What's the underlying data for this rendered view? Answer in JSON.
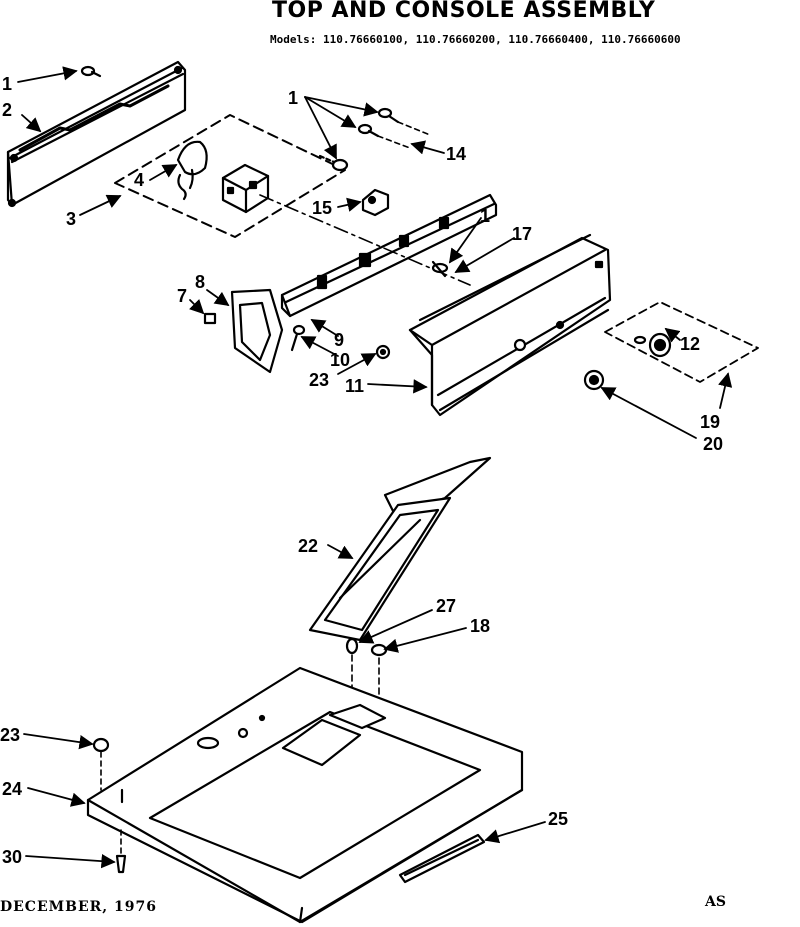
{
  "header": {
    "title": "TOP AND CONSOLE ASSEMBLY",
    "models": "Models: 110.76660100, 110.76660200, 110.76660400, 110.76660600"
  },
  "footer": {
    "date": "DECEMBER, 1976",
    "code": "AS"
  },
  "callouts": {
    "c1a": "1",
    "c2": "2",
    "c3": "3",
    "c4": "4",
    "c1b": "1",
    "c14": "14",
    "c15": "15",
    "c1c": "1",
    "c17": "17",
    "c8": "8",
    "c7": "7",
    "c9": "9",
    "c10": "10",
    "c23a": "23",
    "c11": "11",
    "c12": "12",
    "c19": "19",
    "c20": "20",
    "c22": "22",
    "c27": "27",
    "c18": "18",
    "c23b": "23",
    "c24": "24",
    "c25": "25",
    "c30": "30"
  }
}
